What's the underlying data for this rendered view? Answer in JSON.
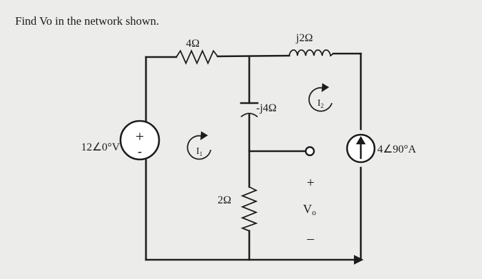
{
  "problem": {
    "text": "Find Vo in the network shown."
  },
  "components": {
    "resistor_top": "4Ω",
    "inductor": "j2Ω",
    "capacitor": "-j4Ω",
    "resistor_mid": "2Ω",
    "voltage_source": "12∠0°V",
    "voltage_source_plus": "+",
    "voltage_source_minus": "-",
    "current_source": "4∠90°A"
  },
  "loops": {
    "loop1": "I",
    "loop1_sub": "1",
    "loop2": "I",
    "loop2_sub": "2"
  },
  "output": {
    "plus": "+",
    "label": "V",
    "label_sub": "o",
    "minus": "–"
  }
}
